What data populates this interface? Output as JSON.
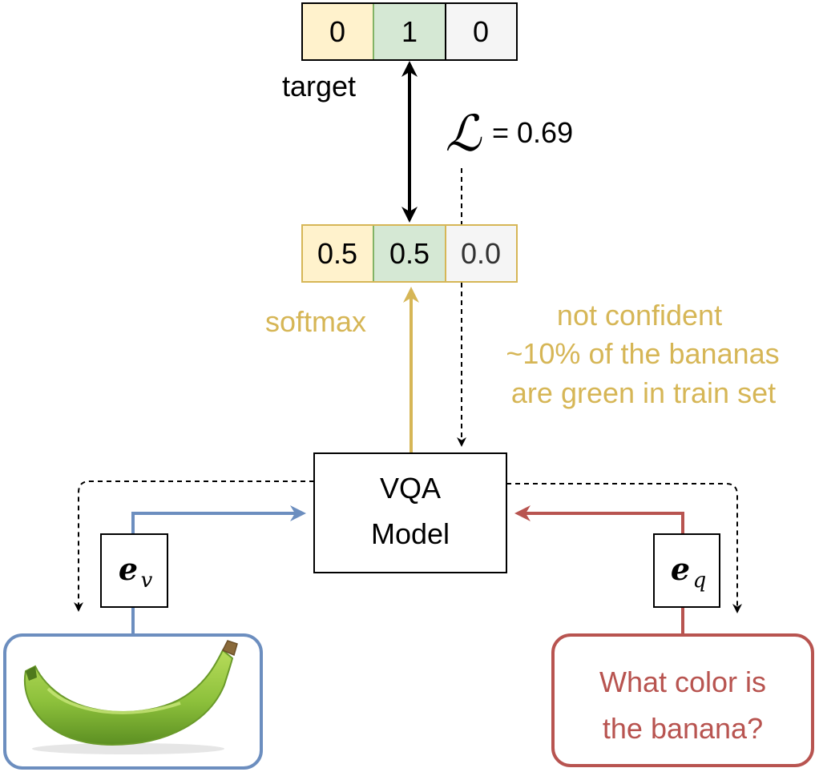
{
  "target": {
    "label": "target",
    "cells": [
      "0",
      "1",
      "0"
    ]
  },
  "prediction": {
    "cells": [
      "0.5",
      "0.5",
      "0.0"
    ],
    "softmax_label": "softmax"
  },
  "loss": {
    "symbol": "ℒ",
    "value_text": "= 0.69"
  },
  "annotation": {
    "lines": [
      "not confident",
      "~10% of the bananas",
      "are green in train set"
    ]
  },
  "model": {
    "lines": [
      "VQA",
      "Model"
    ]
  },
  "embeddings": {
    "visual": {
      "base": "e",
      "sub": "v"
    },
    "question": {
      "base": "e",
      "sub": "q"
    }
  },
  "question": {
    "lines": [
      "What color is",
      "the banana?"
    ]
  },
  "colors": {
    "yellow_fill": "#fff2cc",
    "green_fill": "#d5e8d4",
    "gray_fill": "#f5f5f5",
    "gold": "#d6b656",
    "blue": "#6c8ebf",
    "red": "#b85450",
    "banana_green": "#8fc23f"
  }
}
